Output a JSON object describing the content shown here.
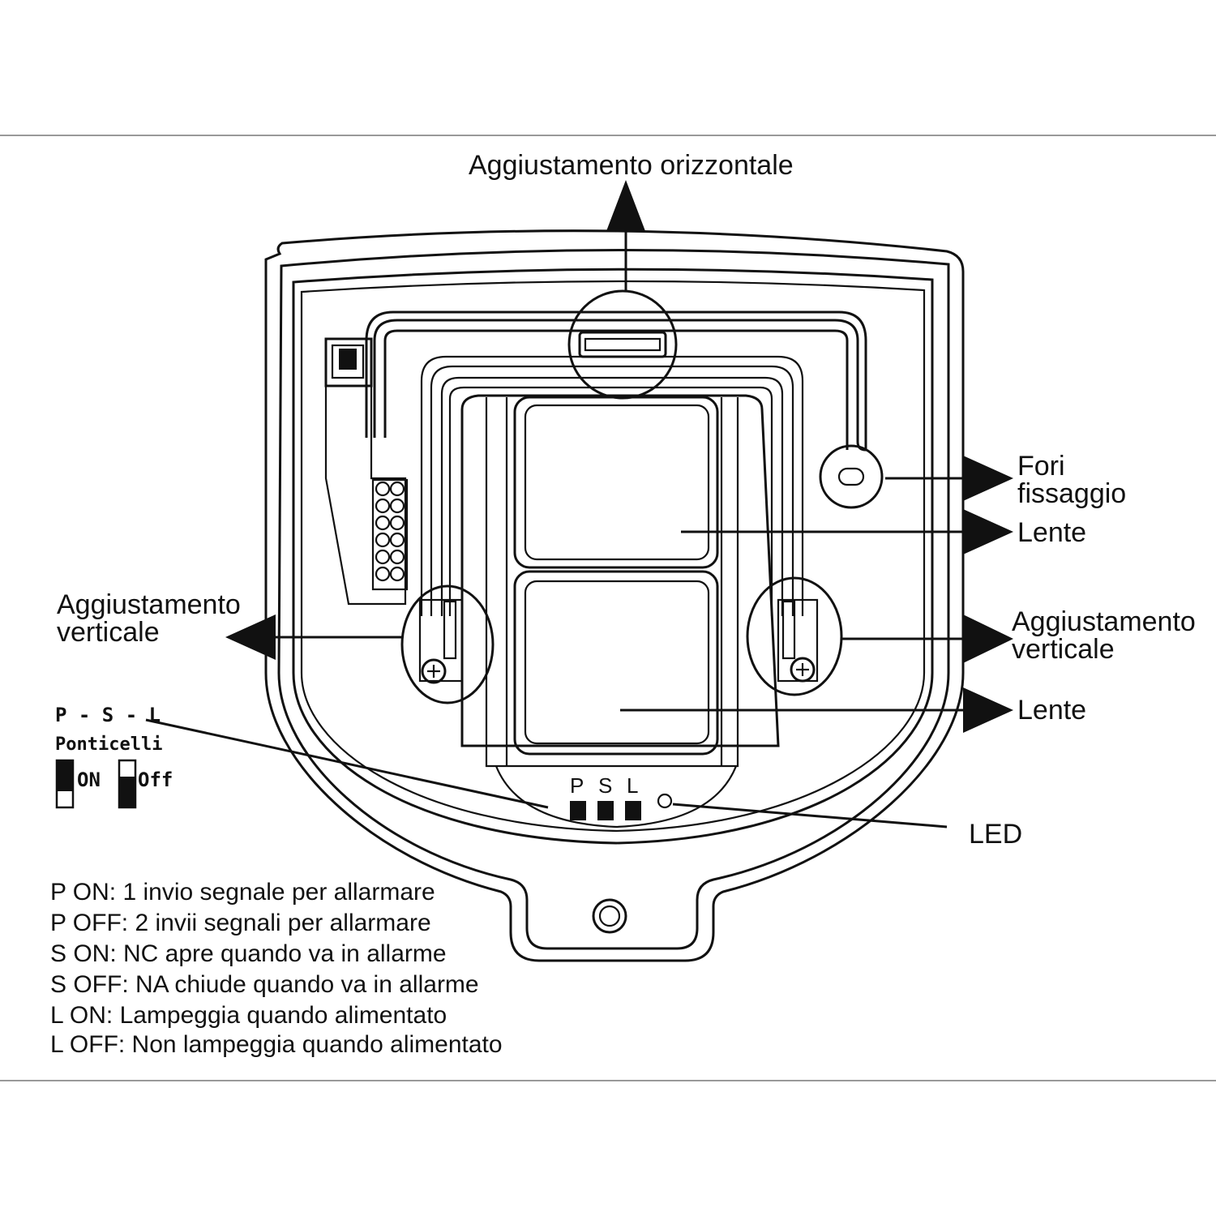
{
  "labels": {
    "horizontal_adjust": "Aggiustamento orizzontale",
    "vertical_adjust_left_line1": "Aggiustamento",
    "vertical_adjust_left_line2": "verticale",
    "vertical_adjust_right_line1": "Aggiustamento",
    "vertical_adjust_right_line2": "verticale",
    "mounting_holes_line1": "Fori",
    "mounting_holes_line2": "fissaggio",
    "lens_upper": "Lente",
    "lens_lower": "Lente",
    "led": "LED"
  },
  "jumpers": {
    "title": "P - S - L",
    "subtitle": "Ponticelli",
    "on_label": "ON",
    "off_label": "Off",
    "board_letters": [
      "P",
      "S",
      "L"
    ]
  },
  "legend": [
    "P ON:  1 invio segnale per allarmare",
    "P OFF: 2 invii segnali per allarmare",
    "S ON:  NC apre quando va in allarme",
    "S OFF: NA chiude quando va in allarme",
    "L ON:   Lampeggia quando alimentato",
    "L OFF: Non lampeggia quando alimentato"
  ]
}
